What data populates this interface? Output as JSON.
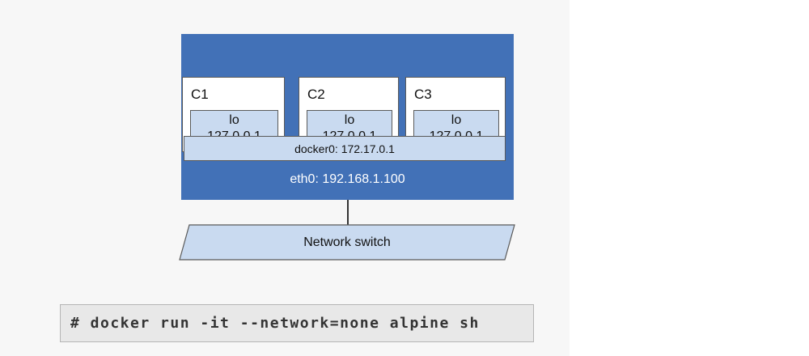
{
  "diagram": {
    "containers": [
      {
        "name": "C1",
        "iface": "lo",
        "ip": "127.0.0.1"
      },
      {
        "name": "C2",
        "iface": "lo",
        "ip": "127.0.0.1"
      },
      {
        "name": "C3",
        "iface": "lo",
        "ip": "127.0.0.1"
      }
    ],
    "bridge_label": "docker0: 172.17.0.1",
    "host_iface_label": "eth0: 192.168.1.100",
    "switch_label": "Network switch"
  },
  "command": "# docker run -it --network=none alpine sh",
  "colors": {
    "host_fill": "#4271b7",
    "interface_fill": "#c9daf0",
    "container_fill": "#ffffff",
    "panel_bg": "#f7f7f7",
    "code_bg": "#e8e8e8"
  }
}
